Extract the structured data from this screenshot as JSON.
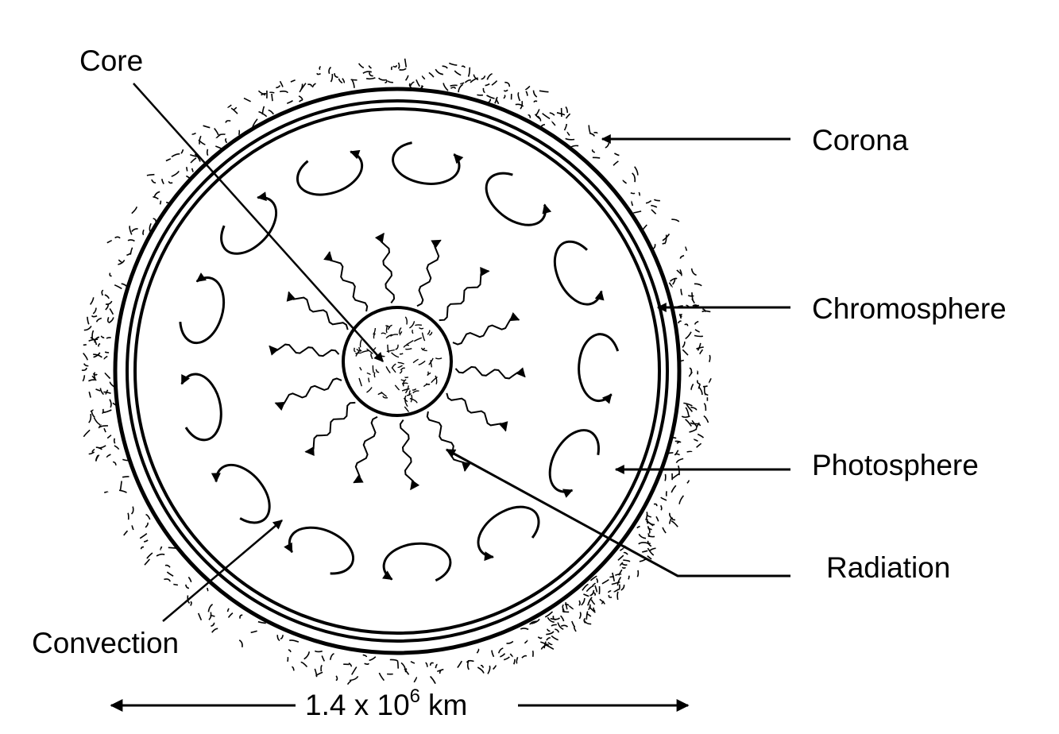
{
  "labels": {
    "core": "Core",
    "corona": "Corona",
    "chromosphere": "Chromosphere",
    "photosphere": "Photosphere",
    "radiation": "Radiation",
    "convection": "Convection"
  },
  "scale": {
    "mantissa": "1.4 x 10",
    "exponent": "6",
    "unit": "km"
  },
  "colors": {
    "ink": "#000000",
    "background": "#ffffff"
  }
}
